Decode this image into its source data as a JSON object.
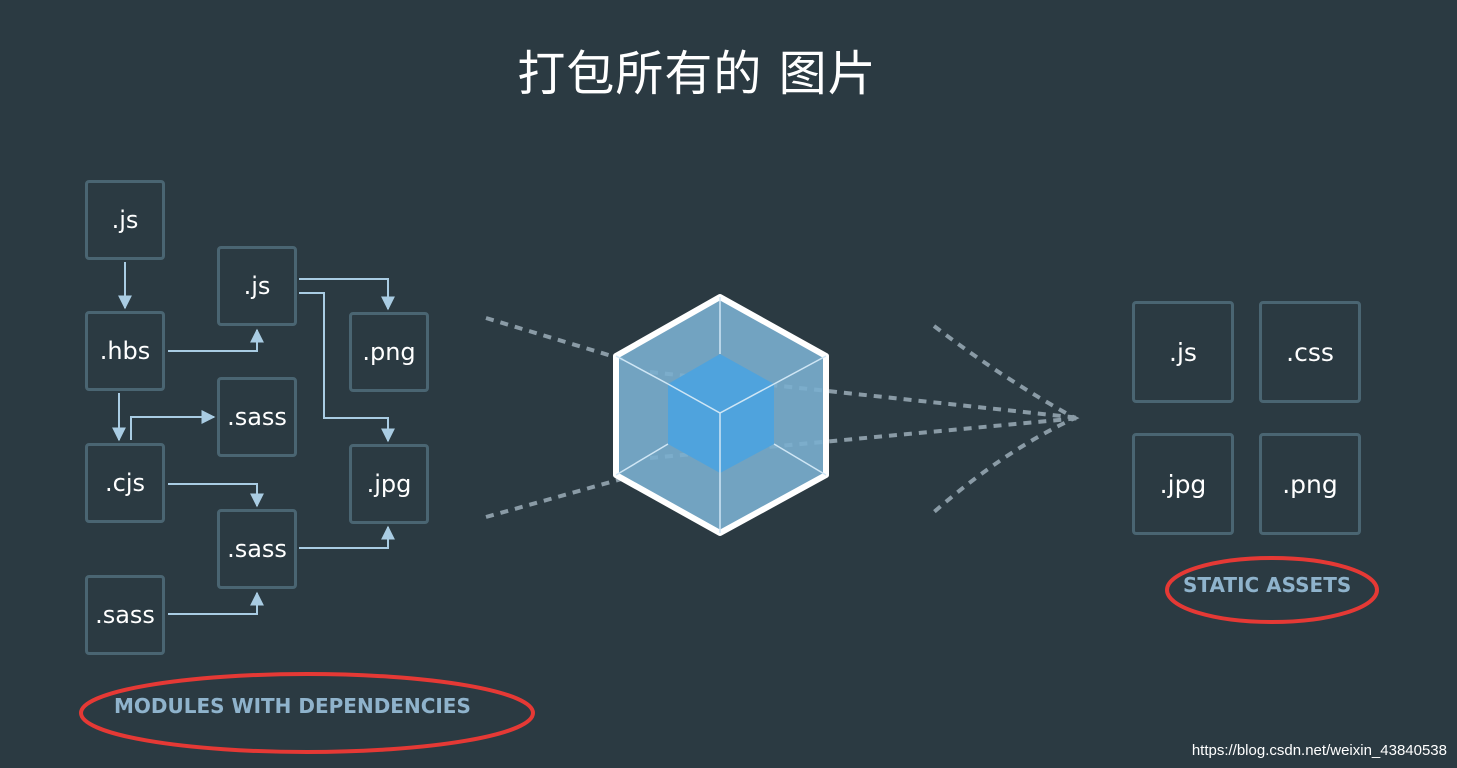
{
  "title": "打包所有的 图片",
  "left_modules": {
    "box_1": ".js",
    "box_2": ".js",
    "box_3": ".hbs",
    "box_4": ".png",
    "box_5": ".sass",
    "box_6": ".cjs",
    "box_7": ".jpg",
    "box_8": ".sass",
    "box_9": ".sass",
    "caption": "MODULES WITH DEPENDENCIES"
  },
  "right_assets": {
    "box_1": ".js",
    "box_2": ".css",
    "box_3": ".jpg",
    "box_4": ".png",
    "caption": "STATIC ASSETS"
  },
  "watermark": "https://blog.csdn.net/weixin_43840538",
  "colors": {
    "background": "#2b3a42",
    "box_border": "#4a6572",
    "arrow": "#a9cce3",
    "caption": "#8fb3cc",
    "highlight_ellipse": "#e53935",
    "cube_outer": "#7aafcf",
    "cube_inner": "#4fa3dd"
  }
}
